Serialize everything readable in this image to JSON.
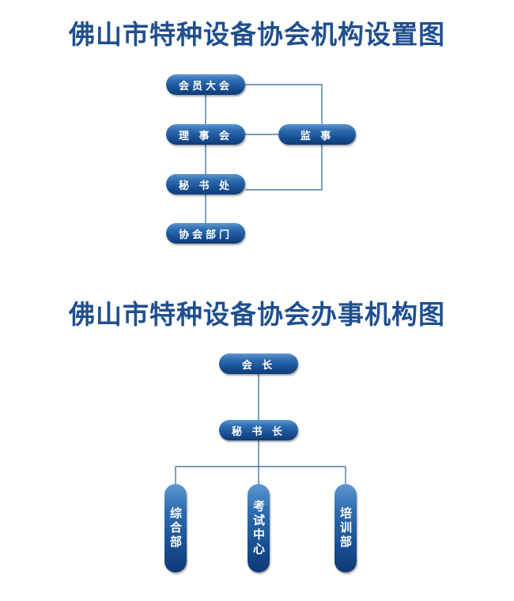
{
  "diagram1": {
    "title": "佛山市特种设备协会机构设置图",
    "nodes": {
      "assembly": "会员大会",
      "council": "理 事 会",
      "supervisor": "监 事",
      "secretariat": "秘 书 处",
      "departments": "协会部门"
    }
  },
  "diagram2": {
    "title": "佛山市特种设备协会办事机构图",
    "nodes": {
      "president": "会 长",
      "secretary_general": "秘 书 长",
      "general_dept": "综合部",
      "exam_center": "考试中心",
      "training_dept": "培训部"
    }
  },
  "colors": {
    "title": "#1f4f8f",
    "node_fill": "#174e93",
    "connector": "#2b5f9a"
  }
}
